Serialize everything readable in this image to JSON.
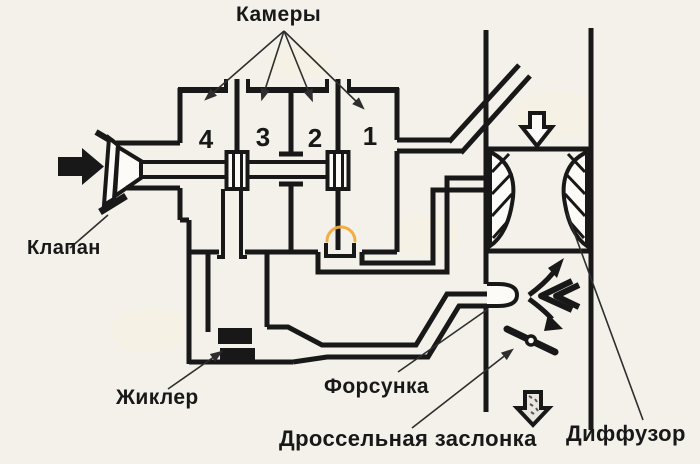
{
  "diagram": {
    "type": "carburetor-air-fuel-schematic",
    "labels": {
      "chambers": "Камеры",
      "valve": "Клапан",
      "jet": "Жиклер",
      "nozzle": "Форсунка",
      "throttle": "Дроссельная заслонка",
      "diffuser": "Диффузор"
    },
    "chamber_numbers": [
      "4",
      "3",
      "2",
      "1"
    ],
    "colors": {
      "background": "#f3f1ea",
      "line": "#181818",
      "leader": "#2e2e2e",
      "highlight_arc": "#f2a93b"
    },
    "icons": {
      "inlet-flow-arrow": "solid black arrow pointing right",
      "air-inlet-arrow": "hollow outlined arrow pointing down",
      "exhaust-flow-arrow": "speckled outlined arrow pointing down",
      "fuel-spray-icon": "arrows radiating from nozzle tip",
      "throttle-plate-icon": "tilted plate with centre pivot",
      "venturi-hatch-icon": "hatched half-profiles of diffuser"
    }
  }
}
